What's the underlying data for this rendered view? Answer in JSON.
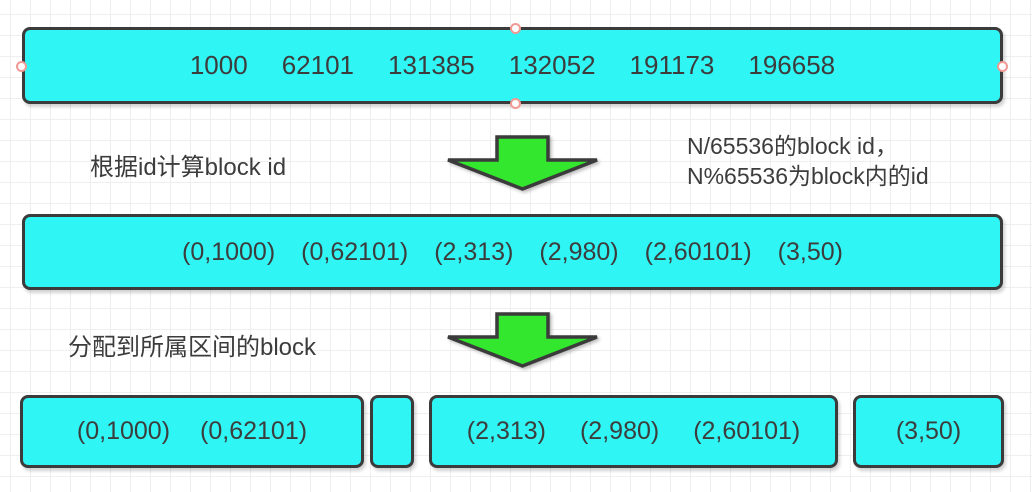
{
  "colors": {
    "box_fill": "#30f5f5",
    "box_border": "#3b3b3b",
    "arrow_fill": "#33e62e",
    "handle_stroke": "#f09a93",
    "text_color": "#3c3c3c",
    "grid_color": "#efefef"
  },
  "top_box": {
    "values": [
      "1000",
      "62101",
      "131385",
      "132052",
      "191173",
      "196658"
    ]
  },
  "step1": {
    "label": "根据id计算block id",
    "note_line1": "N/65536的block id，",
    "note_line2": "N%65536为block内的id"
  },
  "mid_box": {
    "values": [
      "(0,1000)",
      "(0,62101)",
      "(2,313)",
      "(2,980)",
      "(2,60101)",
      "(3,50)"
    ]
  },
  "step2": {
    "label": "分配到所属区间的block"
  },
  "bottom_boxes": [
    {
      "values": [
        "(0,1000)",
        "(0,62101)"
      ]
    },
    {
      "values": []
    },
    {
      "values": [
        "(2,313)",
        "(2,980)",
        "(2,60101)"
      ]
    },
    {
      "values": [
        "(3,50)"
      ]
    }
  ]
}
